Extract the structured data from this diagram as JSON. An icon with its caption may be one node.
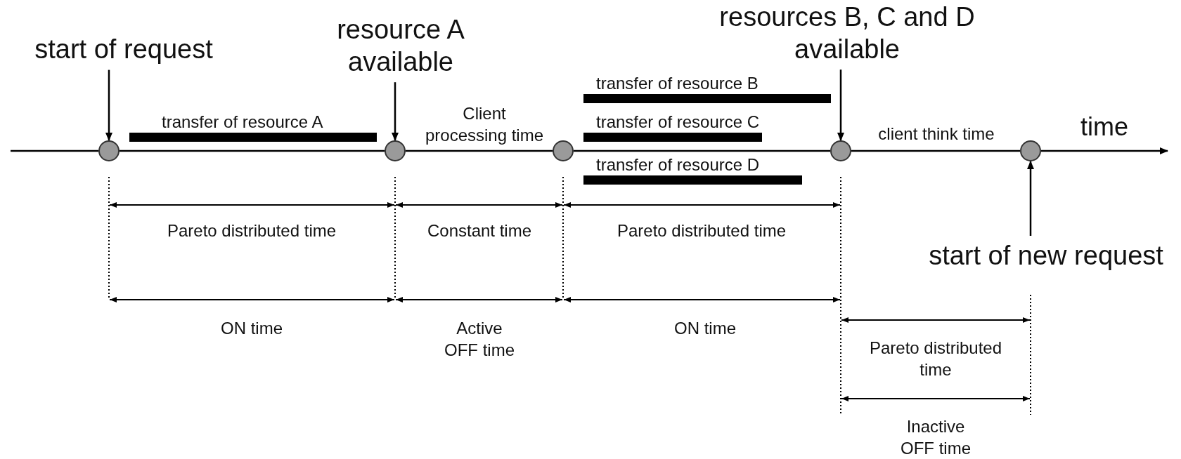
{
  "diagram": {
    "nodes": [
      {
        "text": [
          "start of request"
        ]
      },
      {
        "text": [
          "resource A available"
        ]
      },
      {
        "text": [
          "resources B, C and D available"
        ]
      },
      {
        "text": [
          "transfer of resource B"
        ]
      },
      {
        "text": [
          "transfer of resource A"
        ]
      },
      {
        "text": [
          "transfer of resource C"
        ]
      },
      {
        "text": [],
        "shape": "circle"
      },
      {
        "text": [],
        "shape": "circle"
      },
      {
        "text": [],
        "shape": "circle"
      },
      {
        "text": [],
        "shape": "circle"
      },
      {
        "text": [],
        "shape": "circle"
      },
      {
        "text": [
          "transfer of resource D"
        ]
      },
      {
        "text": [
          "start of new request"
        ]
      }
    ],
    "edges": [
      {
        "from": 0,
        "to": 6,
        "arrow": "to"
      },
      {
        "from": 1,
        "to": 7,
        "arrow": "to"
      },
      {
        "from": 2,
        "to": 9,
        "arrow": "to"
      },
      {
        "from": 12,
        "to": 10,
        "arrow": "to"
      },
      {
        "from": null,
        "to": 6,
        "arrow": "none"
      },
      {
        "from": 6,
        "to": 7,
        "arrow": "none"
      },
      {
        "from": 7,
        "to": 8,
        "arrow": "none"
      },
      {
        "from": 8,
        "to": 9,
        "arrow": "none"
      },
      {
        "from": 9,
        "to": 10,
        "arrow": "none"
      },
      {
        "from": 10,
        "to": null,
        "arrow": "to"
      }
    ],
    "labels": [
      "Client processing time",
      "client think time",
      "time",
      "Pareto distributed time",
      "Constant time",
      "Pareto distributed time",
      "ON time",
      "Active OFF time",
      "ON time",
      "Pareto distributed time",
      "Inactive OFF time"
    ]
  }
}
